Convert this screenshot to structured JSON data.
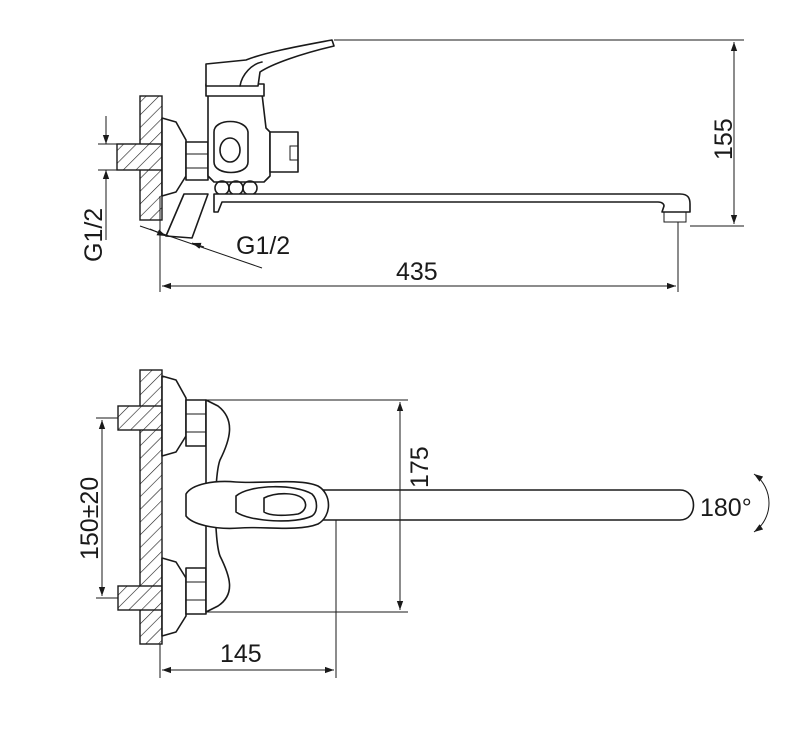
{
  "side_view": {
    "thread_vertical_label": "G1/2",
    "thread_angled_label": "G1/2",
    "height_label": "155",
    "length_label": "435"
  },
  "top_view": {
    "center_distance_label": "150±20",
    "depth_label": "175",
    "rotation_label": "180°",
    "offset_label": "145"
  }
}
